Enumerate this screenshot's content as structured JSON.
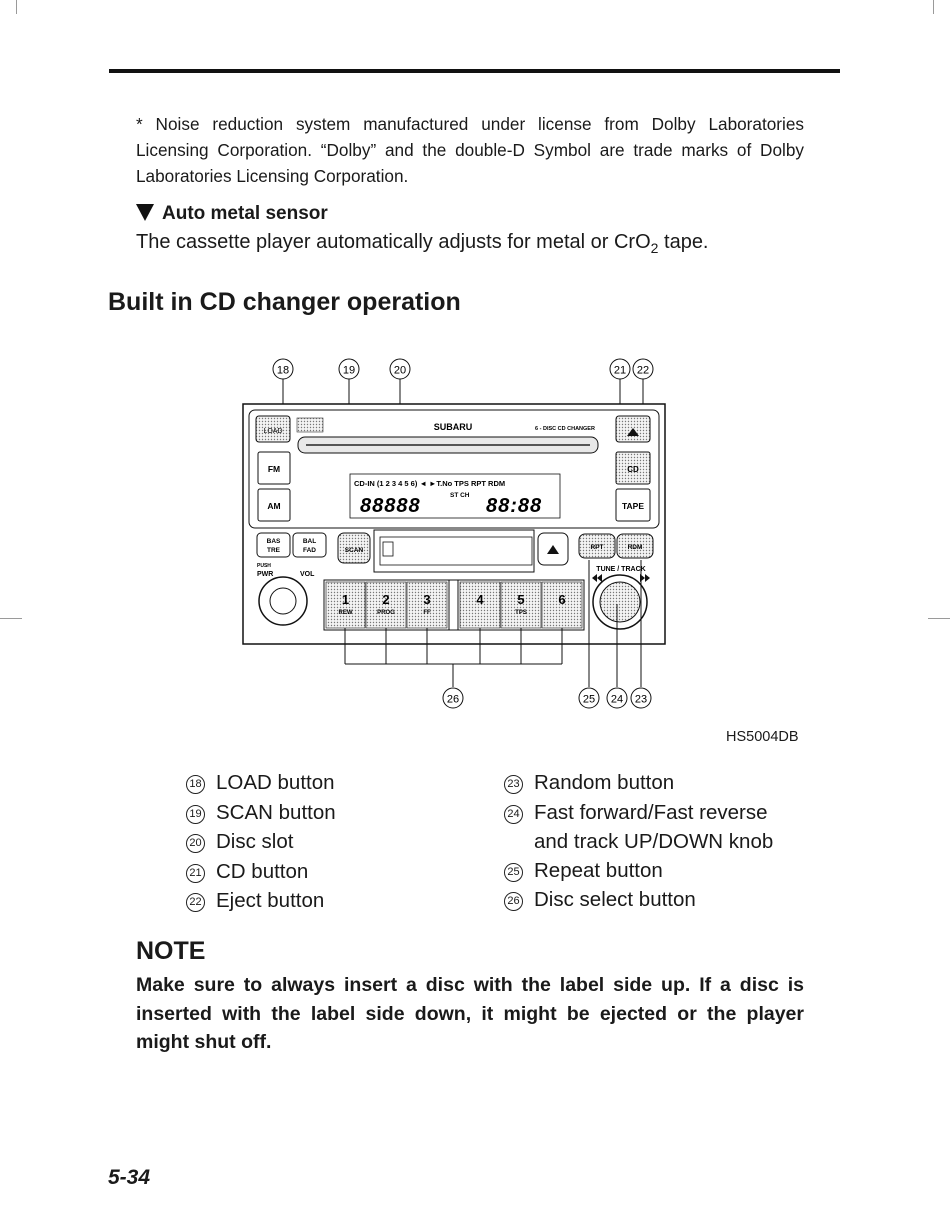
{
  "footnote": "* Noise reduction system manufactured under license from Dolby Laboratories Licensing Corporation. “Dolby” and the double-D Symbol are trade marks of Dolby Laboratories Licensing Corporation.",
  "subsection": {
    "title": "Auto metal sensor",
    "text_main": "The cassette player automatically adjusts for metal or CrO",
    "text_sub": "2",
    "text_end": " tape."
  },
  "section_title": "Built in CD changer operation",
  "figure": {
    "code": "HS5004DB",
    "callouts": {
      "c18": "18",
      "c19": "19",
      "c20": "20",
      "c21": "21",
      "c22": "22",
      "c23": "23",
      "c24": "24",
      "c25": "25",
      "c26": "26"
    },
    "radio": {
      "load": "LOAD",
      "brand": "SUBARU",
      "changer": "6 - DISC CD CHANGER",
      "fm": "FM",
      "am": "AM",
      "cd": "CD",
      "tape": "TAPE",
      "display_top": "CD-IN (1 2 3 4 5 6) ◄ ►T.No  TPS RPT RDM",
      "display_digits_left": "88888",
      "display_st": "ST CH",
      "display_digits_right": "88:88",
      "bas": "BAS",
      "tre": "TRE",
      "bal": "BAL",
      "fad": "FAD",
      "scan": "SCAN",
      "push_pwr": "PUSH",
      "pwr": "PWR",
      "vol": "VOL",
      "rpt": "RPT",
      "rdm": "RDM",
      "tune_track": "TUNE / TRACK",
      "presets": [
        {
          "num": "1",
          "label": "REW"
        },
        {
          "num": "2",
          "label": "PROG"
        },
        {
          "num": "3",
          "label": "FF"
        },
        {
          "num": "4",
          "label": ""
        },
        {
          "num": "5",
          "label": "TPS"
        },
        {
          "num": "6",
          "label": ""
        }
      ]
    }
  },
  "legend_left": [
    {
      "num": "18",
      "label": "LOAD button"
    },
    {
      "num": "19",
      "label": "SCAN button"
    },
    {
      "num": "20",
      "label": "Disc slot"
    },
    {
      "num": "21",
      "label": "CD button"
    },
    {
      "num": "22",
      "label": "Eject button"
    }
  ],
  "legend_right": [
    {
      "num": "23",
      "label": "Random button"
    },
    {
      "num": "24",
      "label": "Fast forward/Fast reverse",
      "cont": "and track UP/DOWN knob"
    },
    {
      "num": "25",
      "label": "Repeat button"
    },
    {
      "num": "26",
      "label": "Disc select button"
    }
  ],
  "note": {
    "title": "NOTE",
    "text": "Make sure to always insert a disc with the label side up. If a disc is inserted with the label side down, it might be ejected or the player might shut off."
  },
  "page_number": "5-34"
}
